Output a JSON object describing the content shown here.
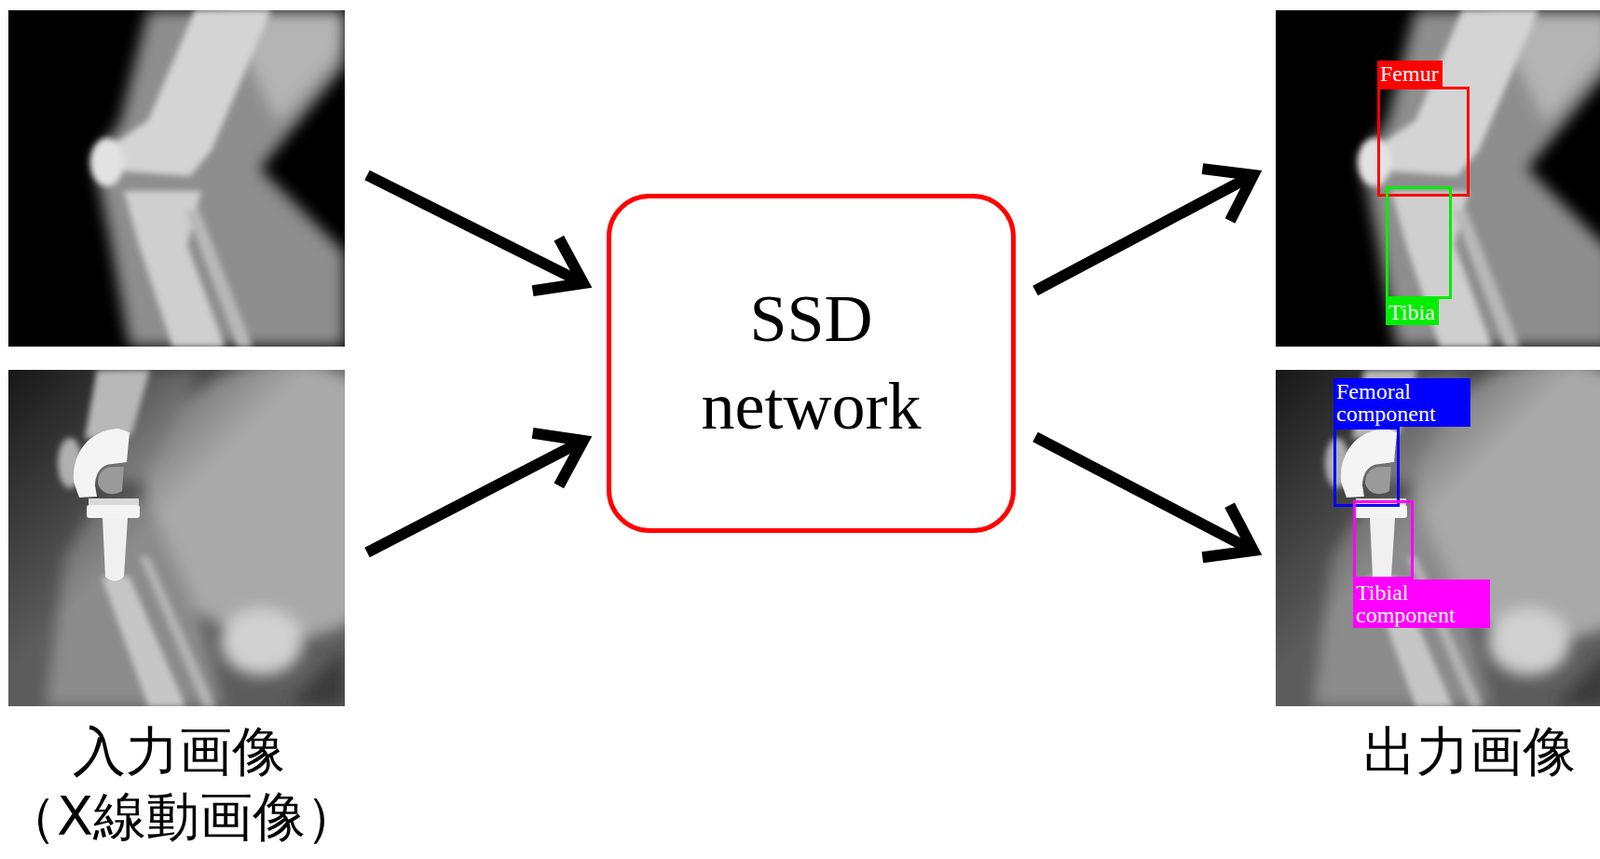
{
  "diagram": {
    "nodes": [
      {
        "text": [
          "SSD network"
        ]
      },
      {
        "text": [
          "Femur"
        ]
      },
      {
        "text": [
          "Tibia"
        ]
      },
      {
        "text": [
          "Femoral component"
        ]
      },
      {
        "text": [
          "Tibial component"
        ]
      }
    ],
    "labels": [
      "入力画像",
      "（X線動画像）",
      "出力画像"
    ]
  }
}
